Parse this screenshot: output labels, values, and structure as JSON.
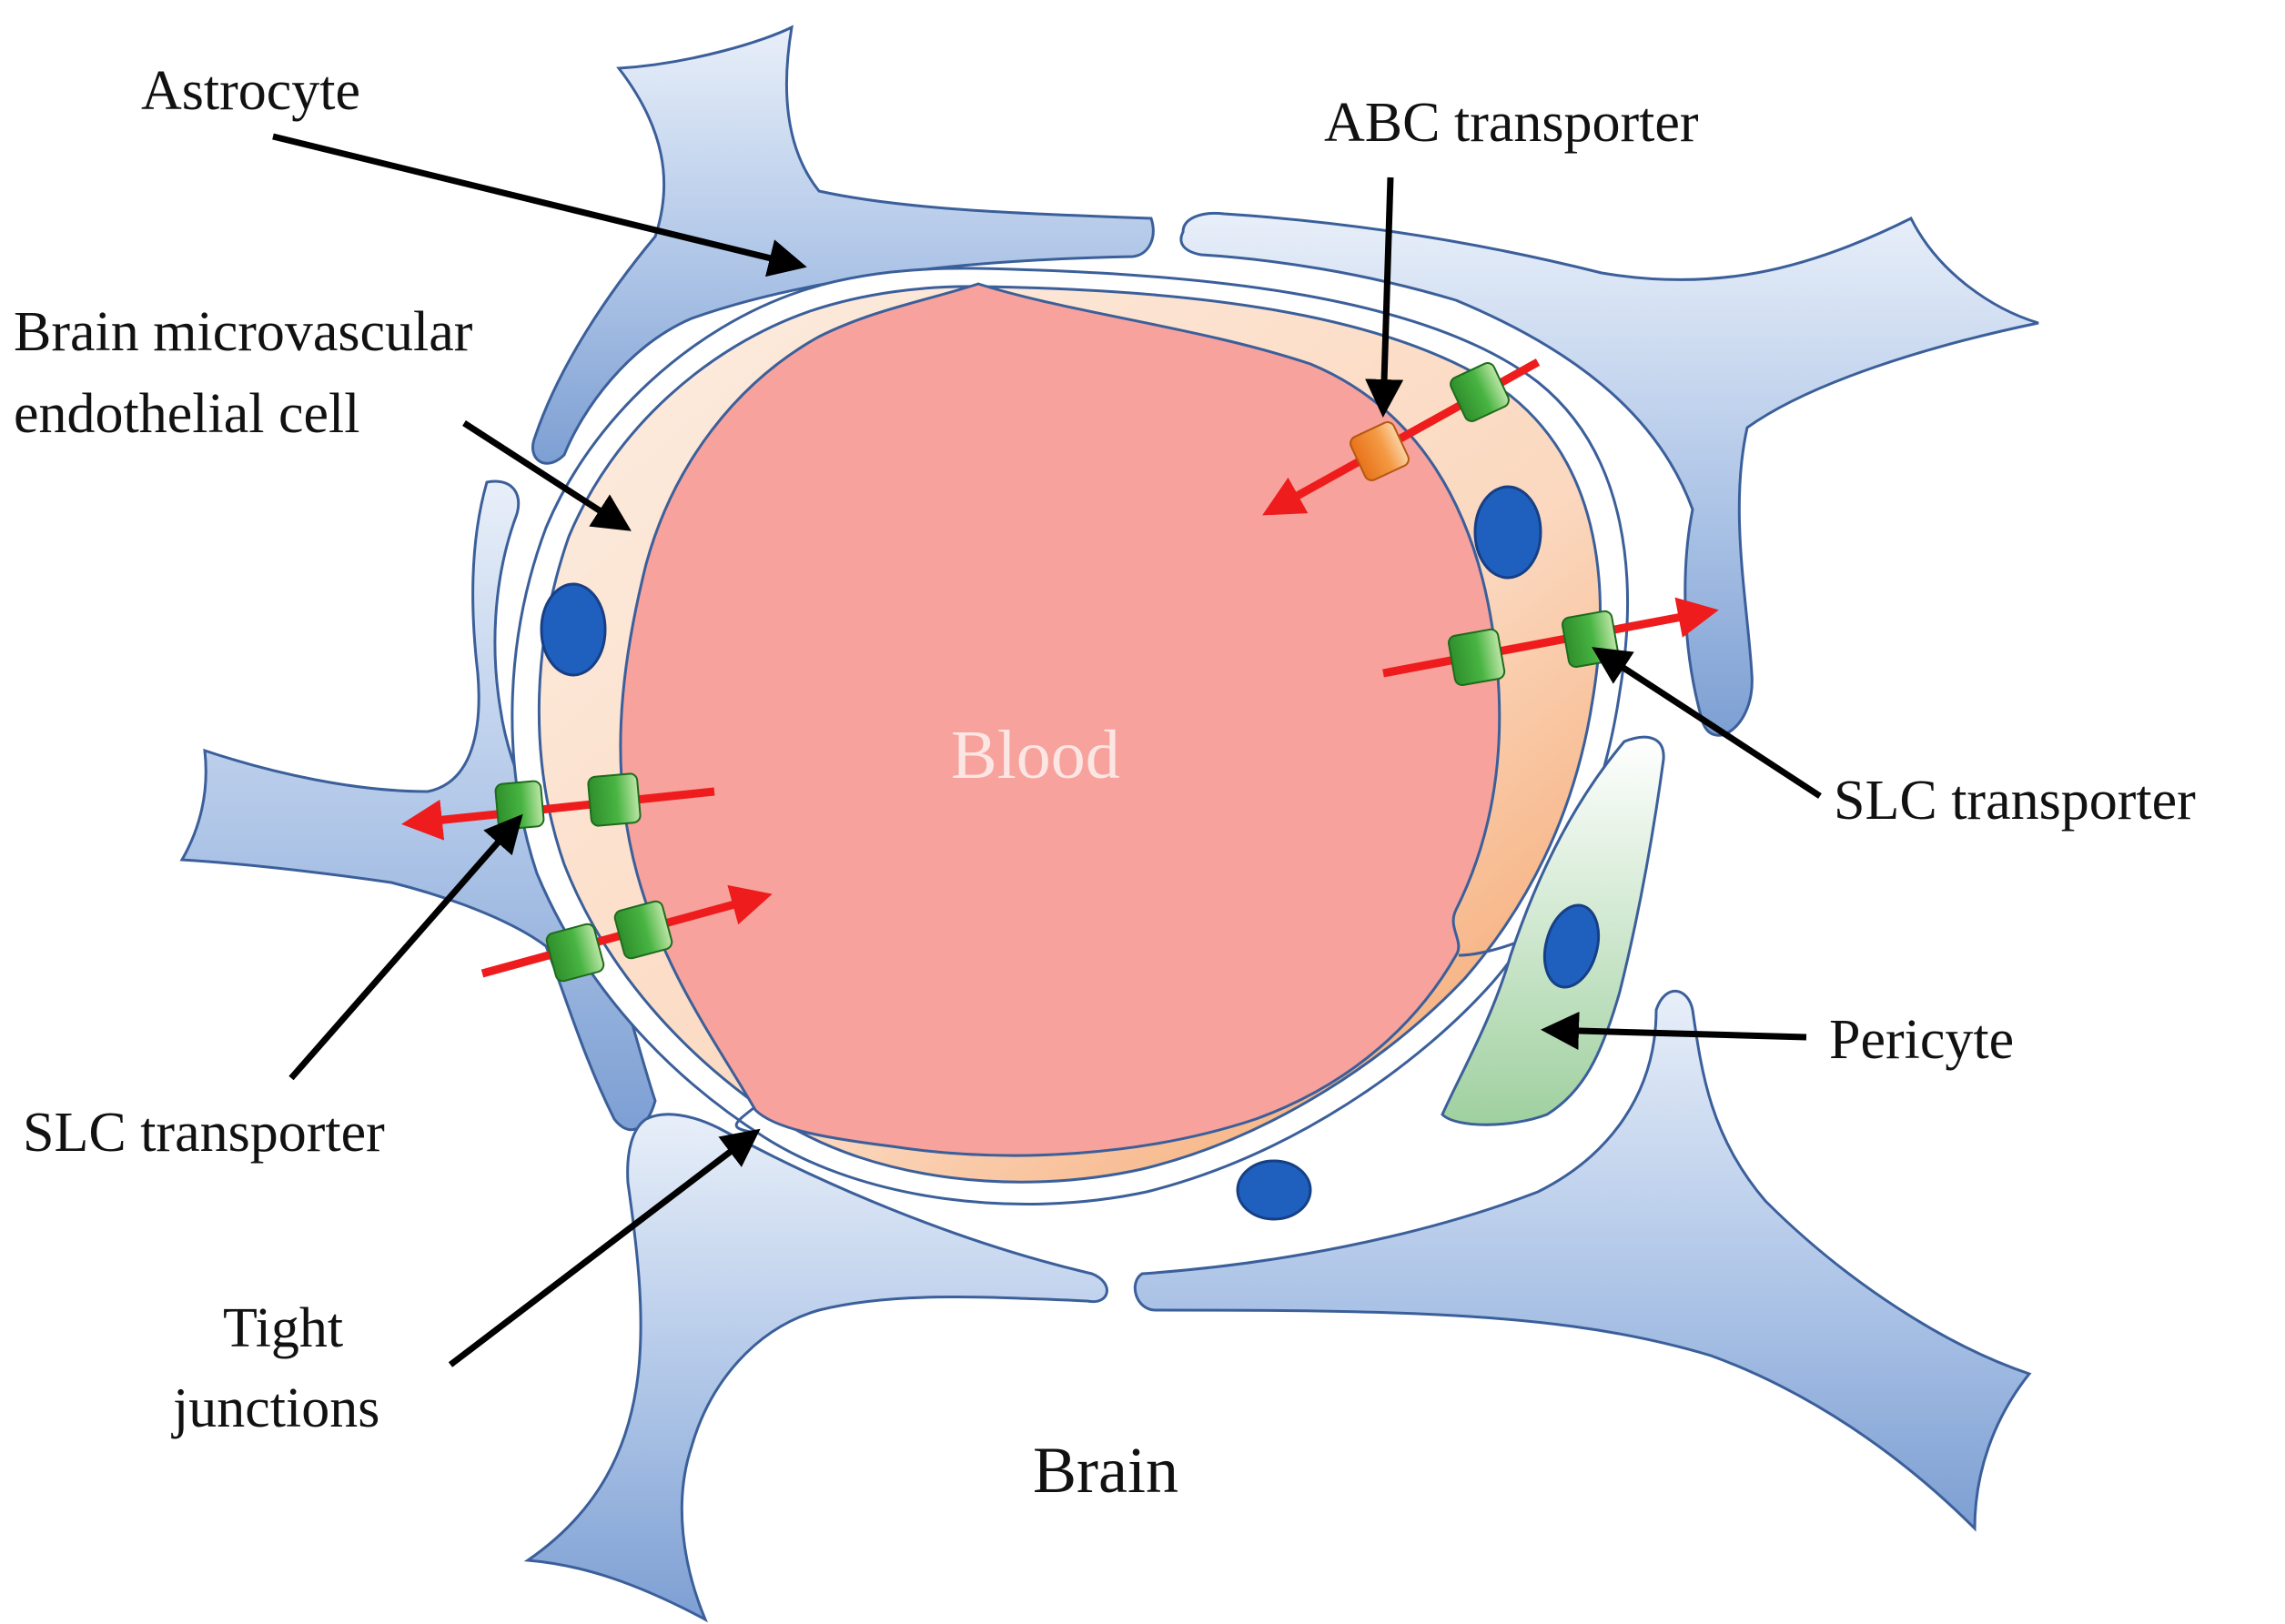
{
  "labels": {
    "astrocyte": "Astrocyte",
    "abc_transporter": "ABC transporter",
    "endothelial_line1": "Brain microvascular",
    "endothelial_line2": "endothelial cell",
    "blood": "Blood",
    "slc_transporter_right": "SLC transporter",
    "slc_transporter_left": "SLC transporter",
    "pericyte": "Pericyte",
    "tight_line1": "Tight",
    "tight_line2": "junctions",
    "brain": "Brain"
  },
  "colors": {
    "astrocyte_fill": "#9bb7e0",
    "astrocyte_light": "#e6eefa",
    "astrocyte_stroke": "#3b5f9a",
    "endothelium_fill": "#fbdcc6",
    "endothelium_dark": "#f4a46a",
    "blood_fill": "#f7a29c",
    "blood_edge": "#f08a85",
    "nucleus": "#1f5fbd",
    "pericyte_fill": "#c4e3c4",
    "slc_transporter": "#3ea83a",
    "abc_transporter": "#f08a2a",
    "flux_arrow": "#ee1c1c",
    "pointer_arrow": "#000000"
  }
}
